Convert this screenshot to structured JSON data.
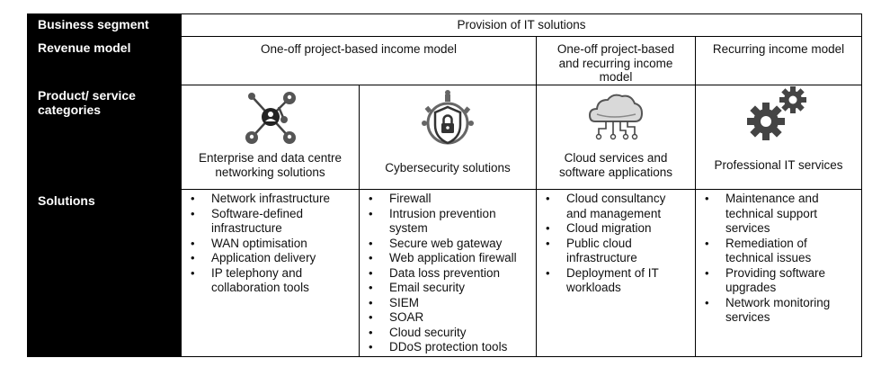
{
  "row_headers": {
    "segment": "Business segment",
    "revenue": "Revenue model",
    "product": "Product/ service categories",
    "solutions": "Solutions"
  },
  "segment": "Provision of IT solutions",
  "revenue_models": [
    "One-off project-based income model",
    "One-off project-based and recurring income model",
    "Recurring income model"
  ],
  "categories": [
    {
      "label": "Enterprise and data centre networking solutions",
      "icon": "network-icon"
    },
    {
      "label": "Cybersecurity solutions",
      "icon": "security-lock-icon"
    },
    {
      "label": "Cloud services and software applications",
      "icon": "cloud-icon"
    },
    {
      "label": "Professional IT services",
      "icon": "gears-icon"
    }
  ],
  "solutions": [
    [
      "Network infrastructure",
      "Software-defined infrastructure",
      "WAN optimisation",
      "Application delivery",
      "IP telephony and collaboration tools"
    ],
    [
      "Firewall",
      "Intrusion prevention system",
      "Secure web gateway",
      "Web application firewall",
      "Data loss prevention",
      "Email security",
      "SIEM",
      "SOAR",
      "Cloud security",
      "DDoS protection tools"
    ],
    [
      "Cloud consultancy and management",
      "Cloud migration",
      "Public cloud infrastructure",
      "Deployment of IT workloads"
    ],
    [
      "Maintenance and technical support services",
      "Remediation of technical issues",
      "Providing software upgrades",
      "Network monitoring services"
    ]
  ]
}
